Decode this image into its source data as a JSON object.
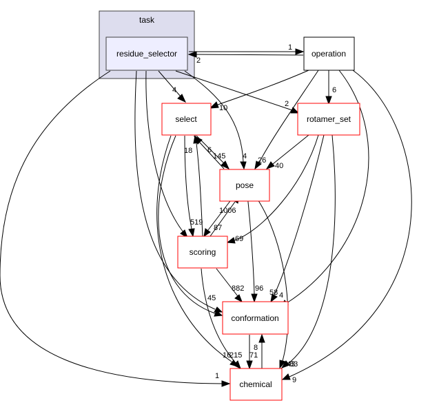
{
  "cluster": {
    "label": "task"
  },
  "nodes": {
    "residue_selector": {
      "label": "residue_selector"
    },
    "operation": {
      "label": "operation"
    },
    "select": {
      "label": "select"
    },
    "rotamer_set": {
      "label": "rotamer_set"
    },
    "pose": {
      "label": "pose"
    },
    "scoring": {
      "label": "scoring"
    },
    "conformation": {
      "label": "conformation"
    },
    "chemical": {
      "label": "chemical"
    }
  },
  "edges": {
    "operation_to_residue_selector": "2",
    "residue_selector_to_operation": "1",
    "residue_selector_to_select": "4",
    "operation_to_select": "10",
    "residue_selector_to_rotamer_set": "2",
    "operation_to_rotamer_set": "6",
    "select_to_pose": "145",
    "pose_to_select": "6",
    "residue_selector_to_pose": "4",
    "operation_to_pose": "26",
    "rotamer_set_to_pose": "40",
    "select_to_scoring": "18",
    "scoring_to_select": "519",
    "pose_to_scoring": "87",
    "scoring_to_pose": "1006",
    "rotamer_set_to_scoring": "69",
    "residue_selector_to_conformation": "45",
    "scoring_to_conformation": "882",
    "pose_to_conformation": "96",
    "rotamer_set_to_conformation": "58",
    "operation_to_conformation": "4",
    "select_to_chemical": "16",
    "scoring_to_chemical": "215",
    "conformation_to_chemical": "71",
    "chemical_to_conformation": "8",
    "pose_to_chemical": "143",
    "rotamer_set_to_chemical": "83",
    "operation_to_chemical": "9",
    "residue_selector_to_chemical": "1"
  },
  "colors": {
    "cluster_fill": "#ddddee",
    "cluster_border": "#404040",
    "current_node_fill": "#eeeeff",
    "current_node_border": "#404040",
    "external_node_border": "#000000",
    "internal_node_border": "#ff0000",
    "edge": "#000000"
  }
}
